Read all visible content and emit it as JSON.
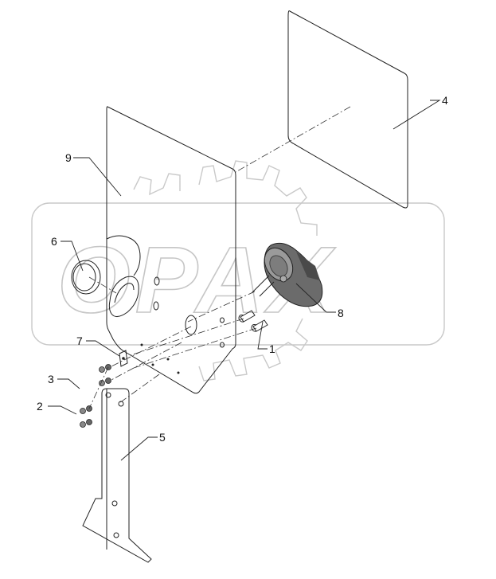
{
  "watermark": {
    "text": "OPAX"
  },
  "callouts": [
    {
      "id": "1",
      "label": "1"
    },
    {
      "id": "2",
      "label": "2"
    },
    {
      "id": "3",
      "label": "3"
    },
    {
      "id": "4",
      "label": "4"
    },
    {
      "id": "5",
      "label": "5"
    },
    {
      "id": "6",
      "label": "6"
    },
    {
      "id": "7",
      "label": "7"
    },
    {
      "id": "8",
      "label": "8"
    },
    {
      "id": "9",
      "label": "9"
    }
  ]
}
